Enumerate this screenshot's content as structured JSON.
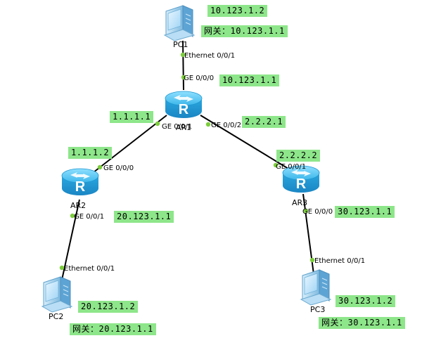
{
  "devices": {
    "pc1": {
      "label": "PC1"
    },
    "pc2": {
      "label": "PC2"
    },
    "pc3": {
      "label": "PC3"
    },
    "ar1": {
      "label": "AR1",
      "glyph": "R"
    },
    "ar2": {
      "label": "AR2",
      "glyph": "R"
    },
    "ar3": {
      "label": "AR3",
      "glyph": "R"
    }
  },
  "ports": {
    "pc1_eth": "Ethernet 0/0/1",
    "ar1_g0": "GE 0/0/0",
    "ar1_g1": "GE 0/0/1",
    "ar1_g2": "GE 0/0/2",
    "ar2_g0": "GE 0/0/0",
    "ar2_g1": "GE 0/0/1",
    "ar3_g1": "GE 0/0/1",
    "ar3_g0": "GE 0/0/0",
    "pc2_eth": "Ethernet 0/0/1",
    "pc3_eth": "Ethernet 0/0/1"
  },
  "tags": {
    "pc1_ip": "10.123.1.2",
    "pc1_gw": "网关：10.123.1.1",
    "ar1_g0_ip": "10.123.1.1",
    "ar1_g1_ip": "1.1.1.1",
    "ar1_g2_ip": "2.2.2.1",
    "ar2_g0_ip": "1.1.1.2",
    "ar2_g1_ip": "20.123.1.1",
    "ar3_g1_ip": "2.2.2.2",
    "ar3_g0_ip": "30.123.1.1",
    "pc2_ip": "20.123.1.2",
    "pc2_gw": "网关：20.123.1.1",
    "pc3_ip": "30.123.1.2",
    "pc3_gw": "网关：30.123.1.1"
  },
  "colors": {
    "tag_bg": "#8ee68a",
    "port_dot": "#7ccd3c",
    "link": "#000000",
    "router_body": "#29a9e3"
  },
  "icons": {
    "pc": "pc-monitor-icon",
    "router": "router-icon"
  }
}
